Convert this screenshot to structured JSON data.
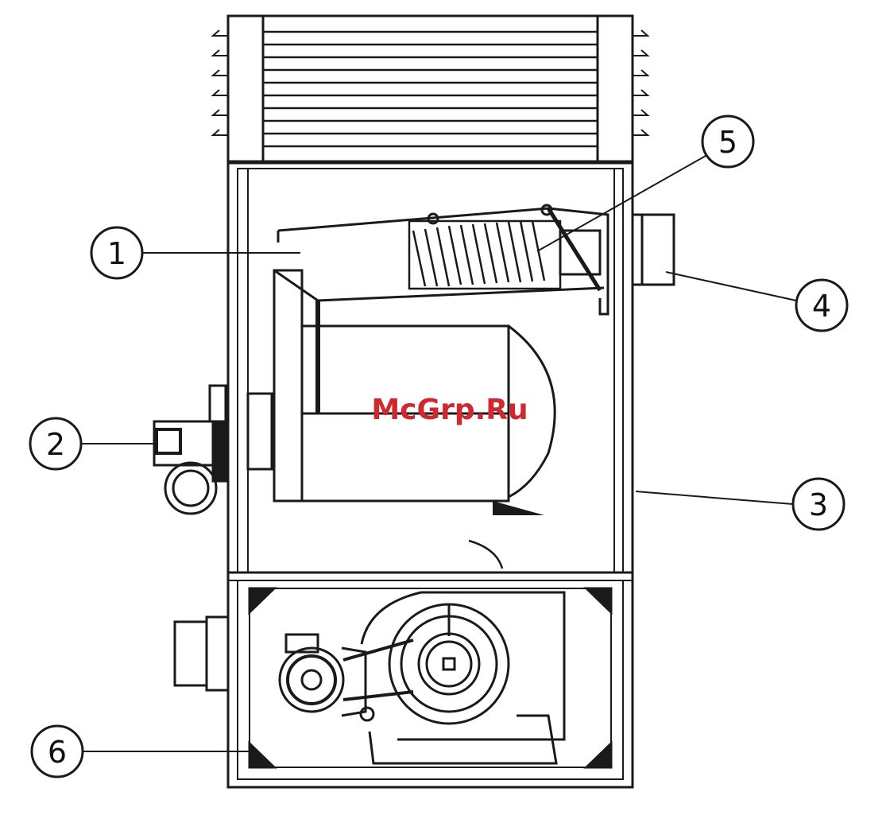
{
  "watermark": {
    "text": "McGrp.Ru",
    "color": "#d0282e"
  },
  "callouts": [
    {
      "id": "1",
      "label": "1"
    },
    {
      "id": "2",
      "label": "2"
    },
    {
      "id": "3",
      "label": "3"
    },
    {
      "id": "4",
      "label": "4"
    },
    {
      "id": "5",
      "label": "5"
    },
    {
      "id": "6",
      "label": "6"
    }
  ],
  "colors": {
    "line": "#1a1a1a",
    "background": "#ffffff",
    "hatch": "#333333"
  }
}
